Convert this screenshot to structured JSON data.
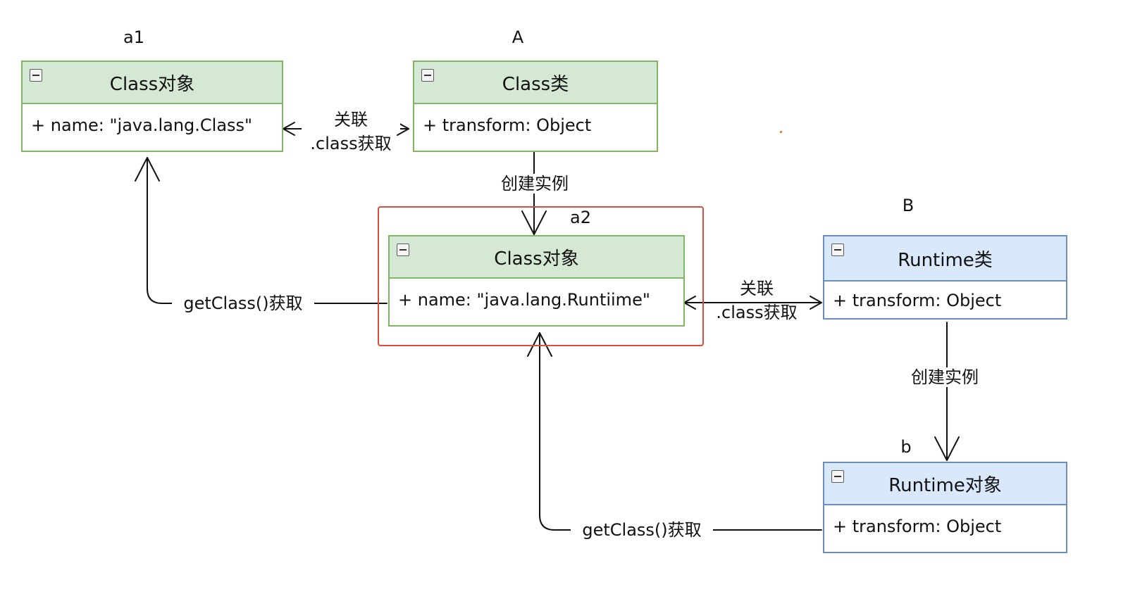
{
  "colors": {
    "green_fill": "#d5e8d4",
    "green_stroke": "#82b366",
    "blue_fill": "#dae8fc",
    "blue_stroke": "#6c8ebf",
    "highlight": "#e04b3f",
    "edge": "#111111",
    "stray_dot": "#e07020"
  },
  "icons": {
    "collapse": "minus-square-icon",
    "arrow": "open-arrowhead-icon"
  },
  "nodes": {
    "a1": {
      "name": "a1",
      "title": "Class对象",
      "field": "+ name: \"java.lang.Class\"",
      "style": "green"
    },
    "A": {
      "name": "A",
      "title": "Class类",
      "field": "+ transform: Object",
      "style": "green"
    },
    "a2": {
      "name": "a2",
      "title": "Class对象",
      "field": "+ name: \"java.lang.Runtiime\"",
      "style": "green",
      "highlighted": true
    },
    "B": {
      "name": "B",
      "title": "Runtime类",
      "field": "+ transform: Object",
      "style": "blue"
    },
    "b": {
      "name": "b",
      "title": "Runtime对象",
      "field": "+ transform: Object",
      "style": "blue"
    }
  },
  "edges": [
    {
      "from": "A",
      "to": "a1",
      "label_line1": "关联",
      "label_line2": ".class获取",
      "arrows": "both"
    },
    {
      "from": "A",
      "to": "a2",
      "label": "创建实例",
      "arrows": "end"
    },
    {
      "from": "a2",
      "to": "a1",
      "label": "getClass()获取",
      "arrows": "end"
    },
    {
      "from": "B",
      "to": "a2",
      "label_line1": "关联",
      "label_line2": ".class获取",
      "arrows": "both"
    },
    {
      "from": "B",
      "to": "b",
      "label": "创建实例",
      "arrows": "end"
    },
    {
      "from": "b",
      "to": "a2",
      "label": "getClass()获取",
      "arrows": "end"
    }
  ]
}
